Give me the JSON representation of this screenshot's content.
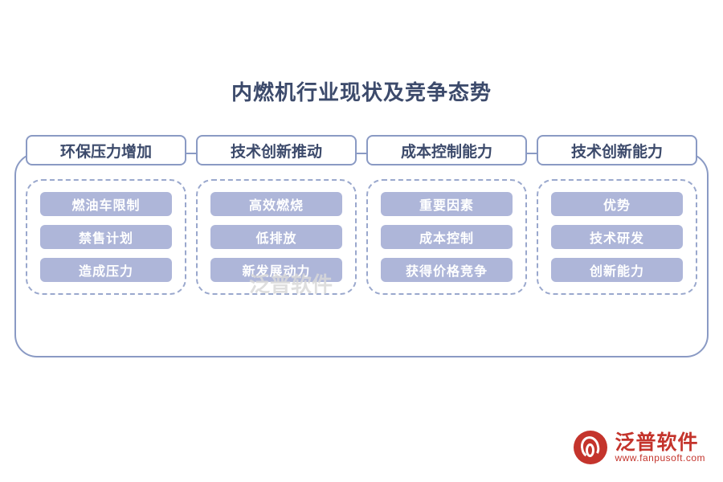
{
  "title": "内燃机行业现状及竞争态势",
  "watermark": "泛普软件",
  "brand": {
    "name": "泛普软件",
    "url": "www.fanpusoft.com",
    "logo_icon": "flame-circle-icon",
    "color": "#c4342c"
  },
  "theme": {
    "frame_border": "#8a9ac4",
    "header_text": "#3c4a6b",
    "pill_fill": "#aeb6d9",
    "dashed_border": "#9aa8cd"
  },
  "columns": [
    {
      "header": "环保压力增加",
      "items": [
        "燃油车限制",
        "禁售计划",
        "造成压力"
      ]
    },
    {
      "header": "技术创新推动",
      "items": [
        "高效燃烧",
        "低排放",
        "新发展动力"
      ]
    },
    {
      "header": "成本控制能力",
      "items": [
        "重要因素",
        "成本控制",
        "获得价格竞争"
      ]
    },
    {
      "header": "技术创新能力",
      "items": [
        "优势",
        "技术研发",
        "创新能力"
      ]
    }
  ]
}
